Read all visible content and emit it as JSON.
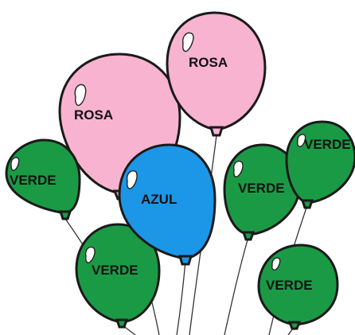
{
  "colors": {
    "pink": "#f7b3cf",
    "green": "#1b9a46",
    "blue": "#1c97e8",
    "outline": "#1a1a1a"
  },
  "balloons": [
    {
      "label": "ROSA",
      "color": "pink"
    },
    {
      "label": "ROSA",
      "color": "pink"
    },
    {
      "label": "VERDE",
      "color": "green"
    },
    {
      "label": "VERDE",
      "color": "green"
    },
    {
      "label": "AZUL",
      "color": "blue"
    },
    {
      "label": "VERDE",
      "color": "green"
    },
    {
      "label": "VERDE",
      "color": "green"
    },
    {
      "label": "VERDE",
      "color": "green"
    }
  ]
}
